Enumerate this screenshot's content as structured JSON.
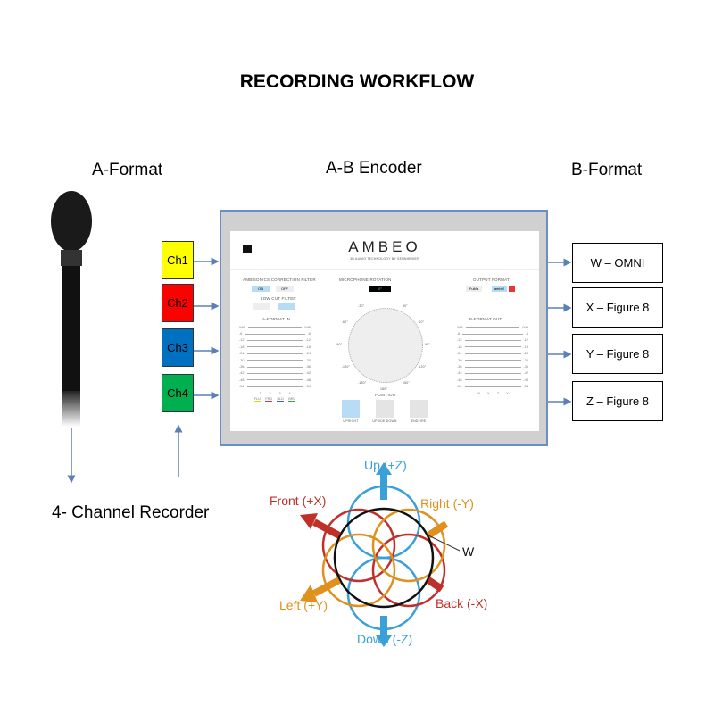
{
  "title": "RECORDING WORKFLOW",
  "headers": {
    "a_format": "A-Format",
    "encoder": "A-B Encoder",
    "b_format": "B-Format"
  },
  "channels": [
    {
      "label": "Ch1",
      "color": "#ffff00"
    },
    {
      "label": "Ch2",
      "color": "#ff0000"
    },
    {
      "label": "Ch3",
      "color": "#0070c0"
    },
    {
      "label": "Ch4",
      "color": "#00b050"
    }
  ],
  "b_outputs": [
    "W – OMNI",
    "X – Figure 8",
    "Y – Figure 8",
    "Z – Figure 8"
  ],
  "recorder_label": "4- Channel Recorder",
  "encoder_ui": {
    "brand": "AMBEO",
    "tagline": "3D AUDIO TECHNOLOGY BY SENNHEISER",
    "correction_filter": {
      "label": "AMBISONICS CORRECTION FILTER",
      "on": "ON",
      "off": "OFF"
    },
    "low_cut_label": "LOW CUT FILTER",
    "rotation": {
      "label": "MICROPHONE ROTATION",
      "value": "0°",
      "ticks": [
        "-30°",
        "30°",
        "-60°",
        "60°",
        "-90°",
        "90°",
        "-120°",
        "120°",
        "-150°",
        "150°",
        "180°"
      ]
    },
    "output_format": {
      "label": "OUTPUT FORMAT",
      "fuma": "FuMa",
      "ambix": "ambiX"
    },
    "a_meter": {
      "label": "A-FORMAT IN",
      "scale": [
        "0dB",
        "-6",
        "-12",
        "-18",
        "-24",
        "-30",
        "-36",
        "-42",
        "-48",
        "-54"
      ],
      "channels": [
        "1",
        "2",
        "3",
        "4"
      ],
      "capsules": [
        "FLU",
        "FRD",
        "BLD",
        "BRU"
      ]
    },
    "b_meter": {
      "label": "B-FORMAT OUT",
      "scale": [
        "0dB",
        "-6",
        "-12",
        "-18",
        "-24",
        "-30",
        "-36",
        "-42",
        "-48",
        "-54"
      ],
      "channels": [
        "W",
        "Y",
        "Z",
        "X"
      ]
    },
    "position": {
      "label": "POSITION",
      "options": [
        "UPRIGHT",
        "UPSIDE DOWN",
        "ENDFIRE"
      ],
      "selected": "UPRIGHT"
    }
  },
  "polar": {
    "up": "Up (+Z)",
    "down": "Down (-Z)",
    "front": "Front (+X)",
    "back": "Back (-X)",
    "left": "Left (+Y)",
    "right": "Right (-Y)",
    "w": "W",
    "colors": {
      "x": "#c0302a",
      "y": "#e0901c",
      "z": "#3aa0d8",
      "w": "#111111"
    }
  }
}
